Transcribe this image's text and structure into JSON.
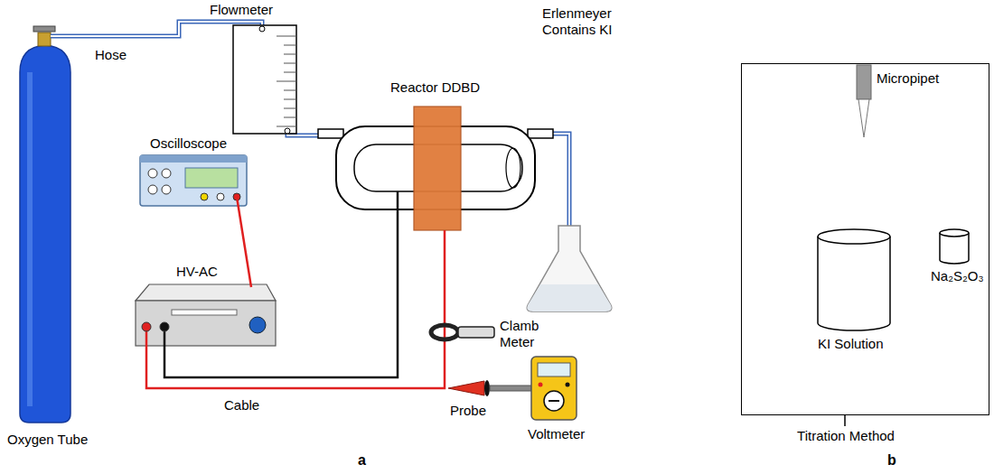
{
  "diagram": {
    "nodes": [
      {
        "text": [
          "Titration Method"
        ]
      }
    ],
    "labels": [
      "Flowmeter",
      "Hose",
      "Reactor DDBD",
      "Erlenmeyer Contains KI",
      "Oscilloscope",
      "HV-AC",
      "Clamb Meter",
      "Oxygen Tube",
      "Cable",
      "Probe",
      "Voltmeter",
      "a",
      "Micropipet",
      "Na₂S₂O₃",
      "KI Solution",
      "b"
    ]
  }
}
